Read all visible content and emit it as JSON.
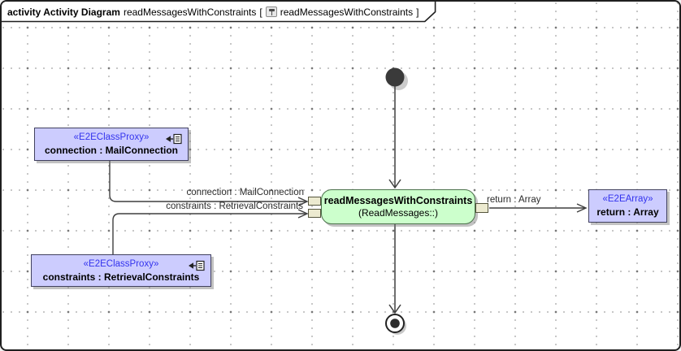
{
  "frame": {
    "kind_label": "activity Activity Diagram",
    "diagram_name": "readMessagesWithConstraints",
    "open_bracket": "[",
    "ref_name": "readMessagesWithConstraints",
    "close_bracket": "]"
  },
  "action": {
    "title": "readMessagesWithConstraints",
    "subtitle": "(ReadMessages::)"
  },
  "proxies": {
    "connection": {
      "stereotype": "«E2EClassProxy»",
      "name": "connection : MailConnection"
    },
    "constraints": {
      "stereotype": "«E2EClassProxy»",
      "name": "constraints : RetrievalConstraints"
    }
  },
  "result": {
    "stereotype": "«E2EArray»",
    "name": "return : Array"
  },
  "edge_labels": {
    "connection": "connection : MailConnection",
    "constraints": "constraints : RetrievalConstraints",
    "return_label": "return : Array"
  },
  "icons": {
    "diagram_icon": "activity-diagram-icon",
    "proxy_icon": "element-reference-icon"
  },
  "colors": {
    "proxy_fill": "#ccccfe",
    "proxy_border": "#41415f",
    "action_fill": "#ccffcc",
    "action_border": "#4c724c",
    "stereotype_text": "#3333ee",
    "pin_fill": "#ecead0",
    "edge_stroke": "#3f3f3f",
    "frame_border": "#1f1f1f"
  }
}
